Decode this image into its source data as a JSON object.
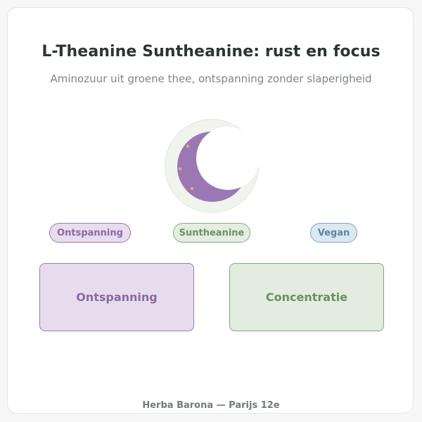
{
  "header": {
    "title": "L-Theanine Suntheanine: rust en focus",
    "subtitle": "Aminozuur uit groene thee, ontspanning zonder slaperigheid"
  },
  "emblem": {
    "icon": "crescent-moon-icon",
    "moon_color": "#9b77b3",
    "star_color": "#d9b36a"
  },
  "tags": [
    {
      "label": "Ontspanning",
      "color": "#8a6aa3"
    },
    {
      "label": "Suntheanine",
      "color": "#6d9068"
    },
    {
      "label": "Vegan",
      "color": "#5c86a4"
    }
  ],
  "boxes": [
    {
      "label": "Ontspanning",
      "color": "#8a6aa3"
    },
    {
      "label": "Concentratie",
      "color": "#6e8d69"
    }
  ],
  "footer": {
    "text": "Herba Barona — Parijs 12e"
  }
}
